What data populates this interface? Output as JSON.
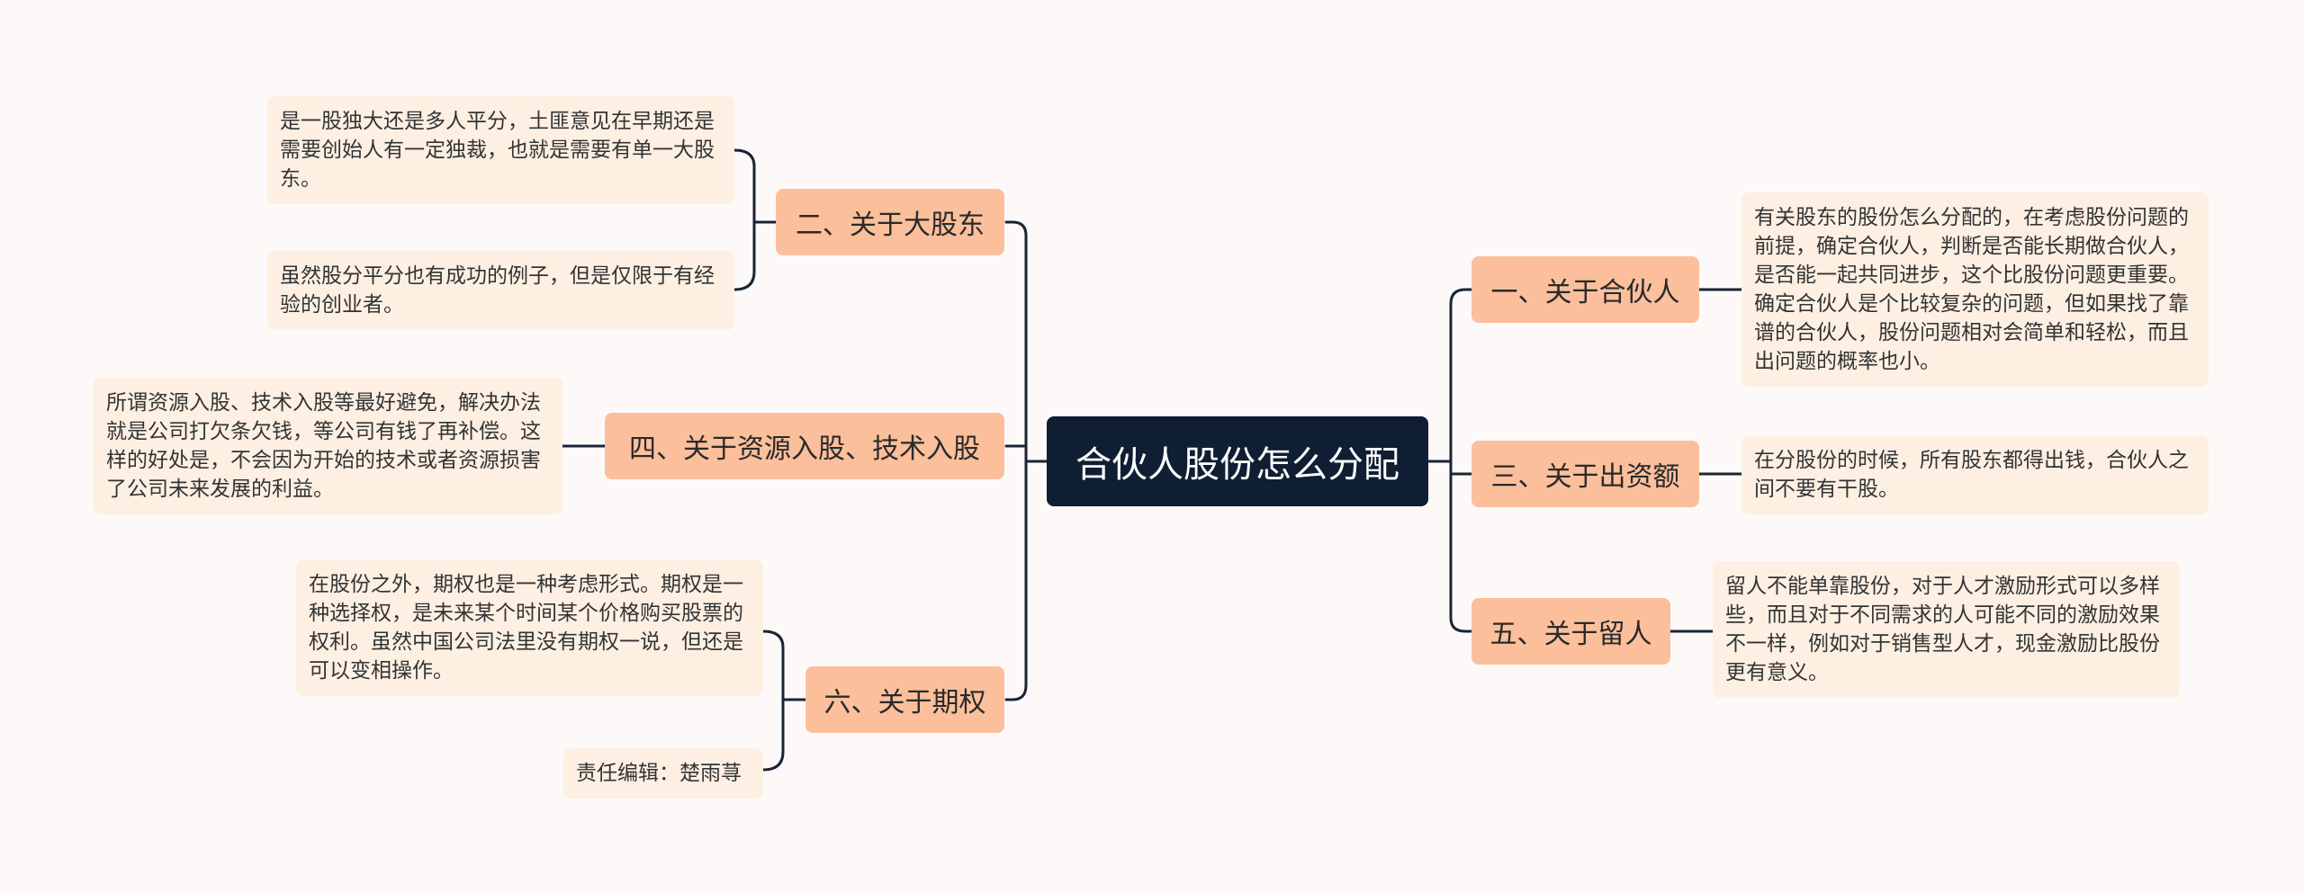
{
  "root": {
    "title": "合伙人股份怎么分配"
  },
  "branches": {
    "b1": {
      "label": "一、关于合伙人"
    },
    "b2": {
      "label": "二、关于大股东"
    },
    "b3": {
      "label": "三、关于出资额"
    },
    "b4": {
      "label": "四、关于资源入股、技术入股"
    },
    "b5": {
      "label": "五、关于留人"
    },
    "b6": {
      "label": "六、关于期权"
    }
  },
  "leaves": {
    "b1_0": {
      "text": "有关股东的股份怎么分配的，在考虑股份问题的前提，确定合伙人，判断是否能长期做合伙人，是否能一起共同进步，这个比股份问题更重要。确定合伙人是个比较复杂的问题，但如果找了靠谱的合伙人，股份问题相对会简单和轻松，而且出问题的概率也小。"
    },
    "b2_0": {
      "text": "是一股独大还是多人平分，土匪意见在早期还是需要创始人有一定独裁，也就是需要有单一大股东。"
    },
    "b2_1": {
      "text": "虽然股分平分也有成功的例子，但是仅限于有经验的创业者。"
    },
    "b3_0": {
      "text": "在分股份的时候，所有股东都得出钱，合伙人之间不要有干股。"
    },
    "b4_0": {
      "text": "所谓资源入股、技术入股等最好避免，解决办法就是公司打欠条欠钱，等公司有钱了再补偿。这样的好处是，不会因为开始的技术或者资源损害了公司未来发展的利益。"
    },
    "b5_0": {
      "text": "留人不能单靠股份，对于人才激励形式可以多样些，而且对于不同需求的人可能不同的激励效果不一样，例如对于销售型人才，现金激励比股份更有意义。"
    },
    "b6_0": {
      "text": "在股份之外，期权也是一种考虑形式。期权是一种选择权，是未来某个时间某个价格购买股票的权利。虽然中国公司法里没有期权一说，但还是可以变相操作。"
    },
    "b6_1": {
      "text": "责任编辑：楚雨荨"
    }
  },
  "colors": {
    "background": "#fdf9f8",
    "root": "#0f1e33",
    "branch": "#fbbf9c",
    "leaf": "#fdf0e3",
    "line": "#1a2436"
  }
}
